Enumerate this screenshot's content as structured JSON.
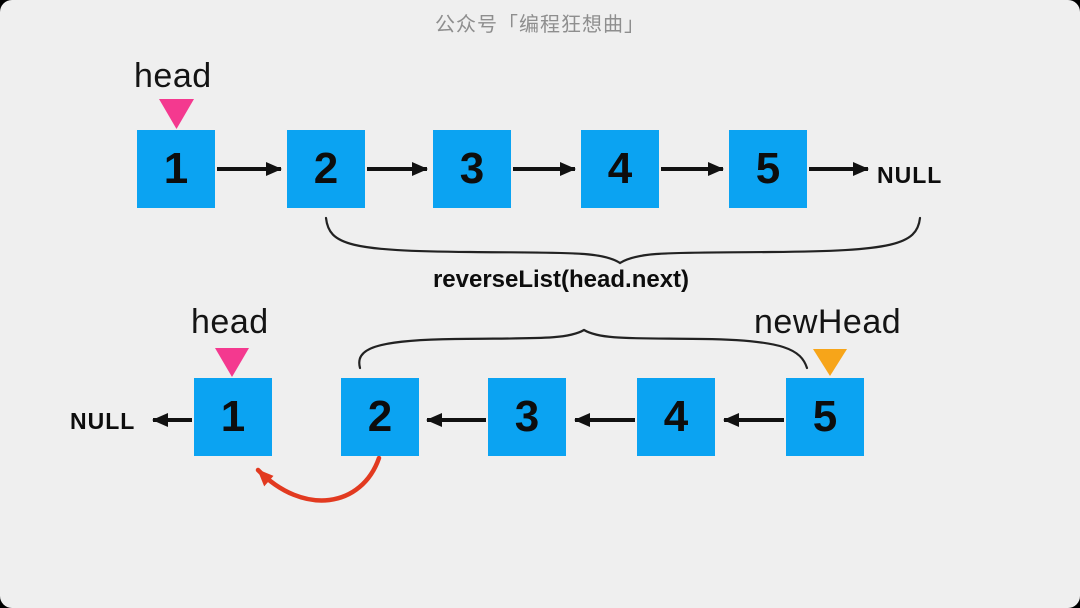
{
  "title": "公众号「编程狂想曲」",
  "diagram": {
    "type": "linked-list-recursive-reversal",
    "row1": {
      "head_label": "head",
      "nodes": [
        "1",
        "2",
        "3",
        "4",
        "5"
      ],
      "null_label": "NULL",
      "brace_label": "reverseList(head.next)"
    },
    "row2": {
      "head_label": "head",
      "newhead_label": "newHead",
      "nodes": [
        "1",
        "2",
        "3",
        "4",
        "5"
      ],
      "null_label": "NULL"
    }
  },
  "colors": {
    "node_blue": "#0BA3F2",
    "head_pointer_pink": "#F4398F",
    "newhead_pointer_orange": "#F7A519",
    "recursion_arrow_red": "#E23A20",
    "arrow_black": "#111111",
    "background": "#EFEFEF",
    "title_gray": "#8E8E8E"
  }
}
